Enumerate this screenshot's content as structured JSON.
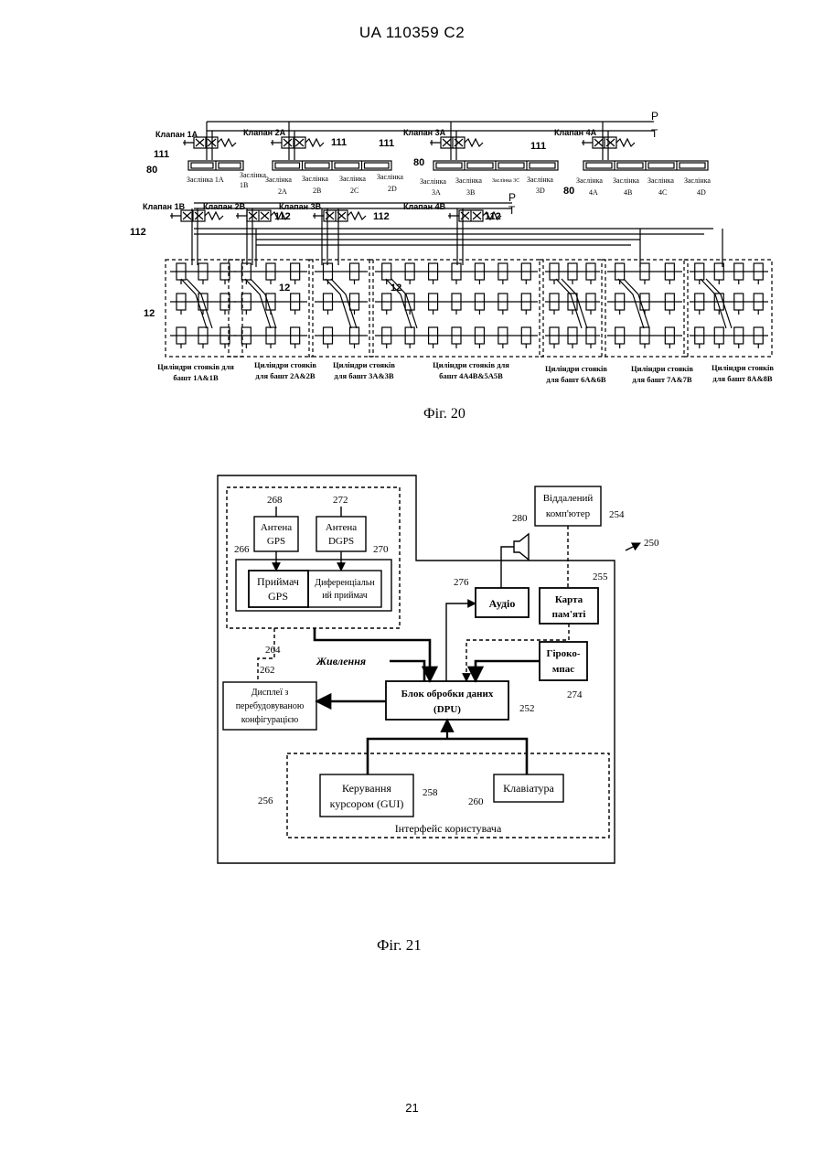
{
  "header": {
    "doc_id": "UA   110359   C2"
  },
  "fig20": {
    "caption": "Фіг. 20",
    "lines": {
      "p": "P",
      "t": "T"
    },
    "valves": [
      "Клапан 1A",
      "Клапан 2A",
      "Клапан 3A",
      "Клапан 4A",
      "Клапан 1B",
      "Клапан 2B",
      "Клапан 3B",
      "Клапан 4B"
    ],
    "refs": {
      "r111": "111",
      "r112": "112",
      "r80": "80",
      "r12": "12"
    },
    "shutters": [
      [
        "Заслінка 1A"
      ],
      [
        "Заслінка",
        "1B"
      ],
      [
        "Заслінка",
        "2A"
      ],
      [
        "Заслінка",
        "2B"
      ],
      [
        "Заслінка",
        "2C"
      ],
      [
        "Заслінка",
        "2D"
      ],
      [
        "Заслінка",
        "3A"
      ],
      [
        "Заслінка",
        "3B"
      ],
      [
        "Заслінка 3C"
      ],
      [
        "Заслінка",
        "3D"
      ],
      [
        "Заслінка",
        "4A"
      ],
      [
        "Заслінка",
        "4B"
      ],
      [
        "Заслінка",
        "4C"
      ],
      [
        "Заслінка",
        "4D"
      ]
    ],
    "groups": [
      [
        "Циліндри стояків для",
        "башт 1A&1B"
      ],
      [
        "Циліндри стояків",
        "для башт 2A&2B"
      ],
      [
        "Циліндри стояків",
        "для башт 3A&3B"
      ],
      [
        "Циліндри стояків для",
        "башт 4A4B&5A5B"
      ],
      [
        "Циліндри стояків",
        "для башт 6A&6B"
      ],
      [
        "Циліндри стояків",
        "для башт 7A&7B"
      ],
      [
        "Циліндри стояків",
        "для башт 8A&8B"
      ]
    ]
  },
  "fig21": {
    "caption": "Фіг. 21",
    "blocks": {
      "gps_antenna": [
        "Антена",
        "GPS"
      ],
      "dgps_antenna": [
        "Антена",
        "DGPS"
      ],
      "gps_receiver": [
        "Приймач",
        "GPS"
      ],
      "diff_receiver": [
        "Диференціальн",
        "ий приймач"
      ],
      "remote_pc": [
        "Віддалений",
        "комп'ютер"
      ],
      "audio": "Аудіо",
      "memory_card": [
        "Карта",
        "пам'яті"
      ],
      "gyrocompass": [
        "Гіроко-",
        "мпас"
      ],
      "display": [
        "Дисплеї з",
        "перебудовуваною",
        "конфігурацією"
      ],
      "dpu": [
        "Блок обробки даних",
        "(DPU)"
      ],
      "cursor": [
        "Керування",
        "курсором (GUI)"
      ],
      "keyboard": "Клавіатура",
      "power": "Живлення",
      "ui": "Інтерфейс користувача"
    },
    "refs": {
      "r250": "250",
      "r252": "252",
      "r254": "254",
      "r255": "255",
      "r256": "256",
      "r258": "258",
      "r260": "260",
      "r262": "262",
      "r264": "264",
      "r266": "266",
      "r268": "268",
      "r270": "270",
      "r272": "272",
      "r274": "274",
      "r276": "276",
      "r280": "280"
    }
  },
  "footer": {
    "page": "21"
  }
}
